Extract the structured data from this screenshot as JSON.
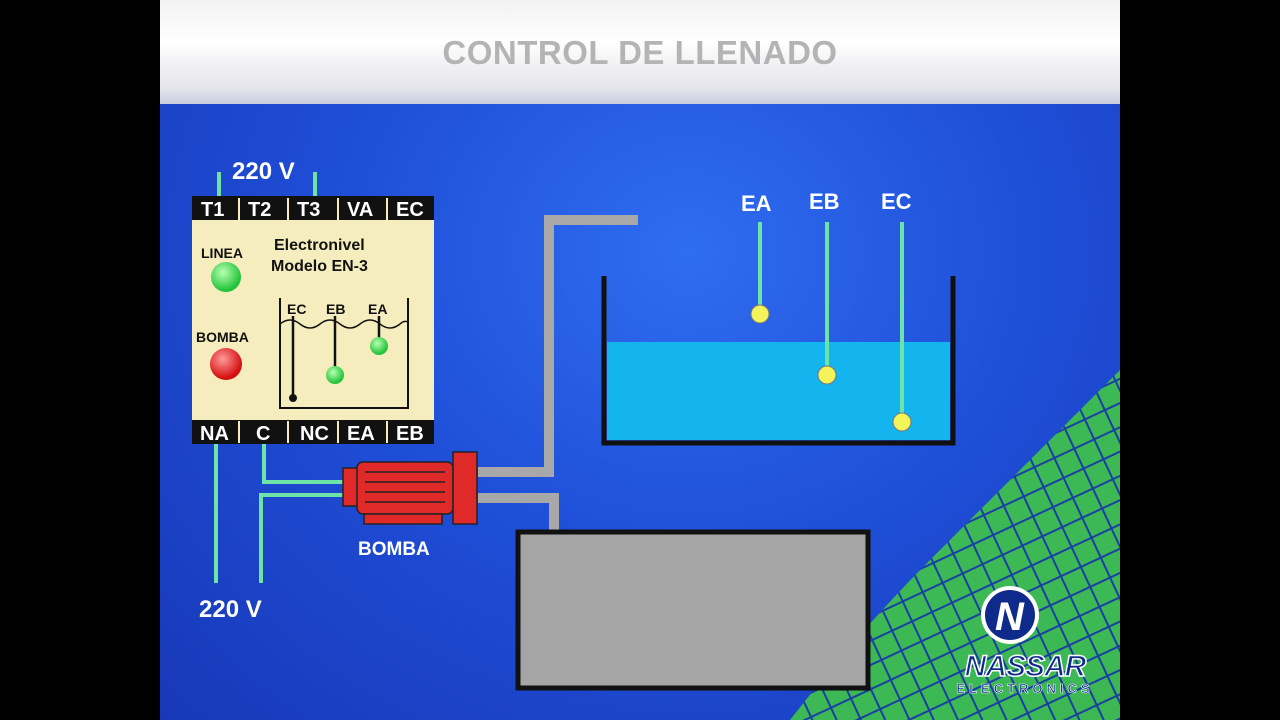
{
  "title": "CONTROL DE LLENADO",
  "controller": {
    "top_terminals": [
      "T1",
      "T2",
      "T3",
      "VA",
      "EC"
    ],
    "bottom_terminals": [
      "NA",
      "C",
      "NC",
      "EA",
      "EB"
    ],
    "name_line1": "Electronivel",
    "name_line2": "Modelo EN-3",
    "linea_label": "LINEA",
    "bomba_label": "BOMBA",
    "mini_labels": [
      "EC",
      "EB",
      "EA"
    ]
  },
  "supply_top": "220 V",
  "supply_bottom": "220 V",
  "pump_label": "BOMBA",
  "electrode_labels": [
    "EA",
    "EB",
    "EC"
  ],
  "logo": {
    "name": "NASSAR",
    "sub": "ELECTRONICS",
    "mark": "N"
  },
  "colors": {
    "wire": "#6ee3a8",
    "water": "#14b4ee",
    "led_green": "#35e04a",
    "led_red": "#e81d1d",
    "electrode_tip": "#f3f35a",
    "pump": "#e02a2a",
    "pipe": "#a8a8a8",
    "tank": "#a5a5a5"
  }
}
